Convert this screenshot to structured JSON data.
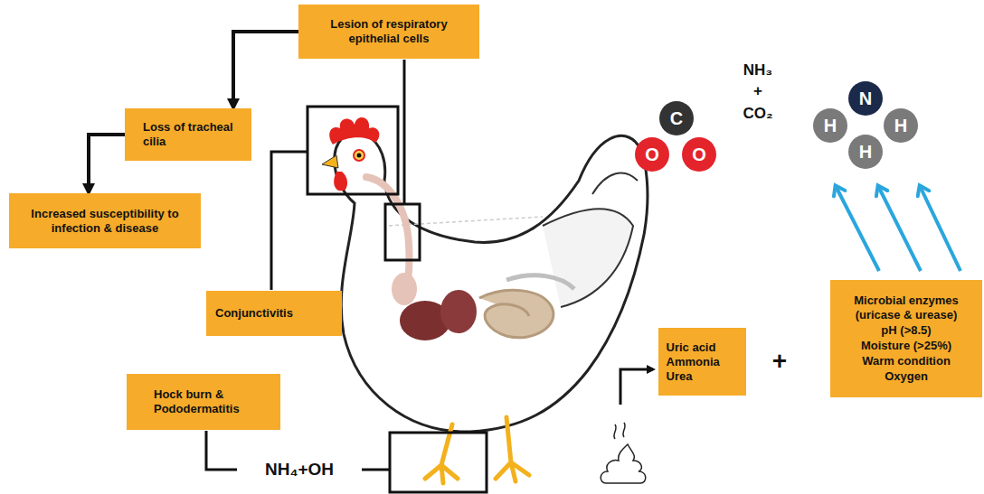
{
  "diagram": {
    "nodes": [
      {
        "text": [
          "Lesion of respiratory epithelial cells"
        ]
      },
      {
        "text": [
          "Loss of tracheal cilia"
        ]
      },
      {
        "text": [
          "Increased susceptibility to infection & disease"
        ]
      },
      {
        "text": [
          "Conjunctivitis"
        ]
      },
      {
        "text": [
          "Hock burn & Pododermatitis"
        ]
      },
      {
        "text": [
          "Uric acid",
          "Ammonia",
          "Urea"
        ]
      },
      {
        "text": [
          "Microbial enzymes (uricase & urease)",
          "pH (>8.5)",
          "Moisture (>25%)",
          "Warm condition",
          "Oxygen"
        ]
      }
    ],
    "edges": [
      {
        "from": 0,
        "to": 1,
        "arrow": "to"
      },
      {
        "from": 1,
        "to": 2,
        "arrow": "to"
      }
    ],
    "labels": [
      "C",
      "O",
      "O",
      "NH₃",
      "+",
      "CO₂",
      "N",
      "H",
      "H",
      "H",
      "+",
      "NH₄+OH"
    ]
  }
}
